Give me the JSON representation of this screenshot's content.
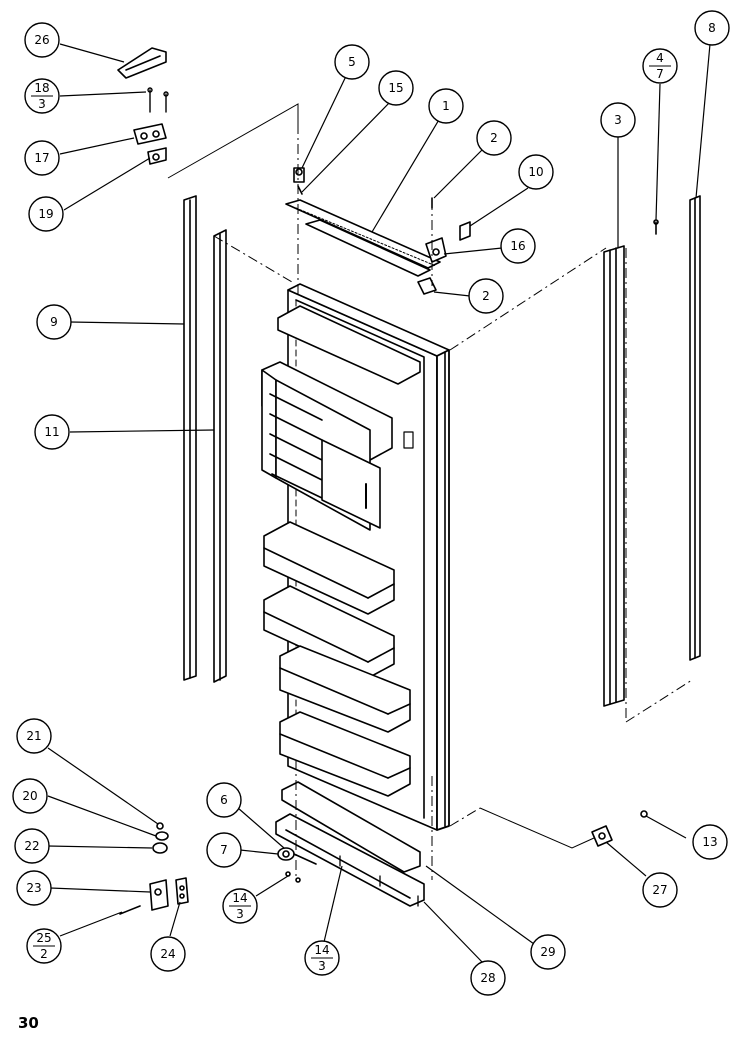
{
  "page": {
    "number": "30"
  },
  "callouts": [
    {
      "id": "26",
      "label": "26"
    },
    {
      "id": "18-3",
      "num": "18",
      "den": "3"
    },
    {
      "id": "17",
      "label": "17"
    },
    {
      "id": "19",
      "label": "19"
    },
    {
      "id": "5",
      "label": "5"
    },
    {
      "id": "15",
      "label": "15"
    },
    {
      "id": "1",
      "label": "1"
    },
    {
      "id": "2a",
      "label": "2"
    },
    {
      "id": "10",
      "label": "10"
    },
    {
      "id": "16",
      "label": "16"
    },
    {
      "id": "2b",
      "label": "2"
    },
    {
      "id": "3",
      "label": "3"
    },
    {
      "id": "4-7",
      "num": "4",
      "den": "7"
    },
    {
      "id": "8",
      "label": "8"
    },
    {
      "id": "9",
      "label": "9"
    },
    {
      "id": "11",
      "label": "11"
    },
    {
      "id": "21",
      "label": "21"
    },
    {
      "id": "20",
      "label": "20"
    },
    {
      "id": "22",
      "label": "22"
    },
    {
      "id": "23",
      "label": "23"
    },
    {
      "id": "25-2",
      "num": "25",
      "den": "2"
    },
    {
      "id": "24",
      "label": "24"
    },
    {
      "id": "6",
      "label": "6"
    },
    {
      "id": "7",
      "label": "7"
    },
    {
      "id": "14-3a",
      "num": "14",
      "den": "3"
    },
    {
      "id": "14-3b",
      "num": "14",
      "den": "3"
    },
    {
      "id": "28",
      "label": "28"
    },
    {
      "id": "29",
      "label": "29"
    },
    {
      "id": "13",
      "label": "13"
    },
    {
      "id": "27",
      "label": "27"
    }
  ]
}
